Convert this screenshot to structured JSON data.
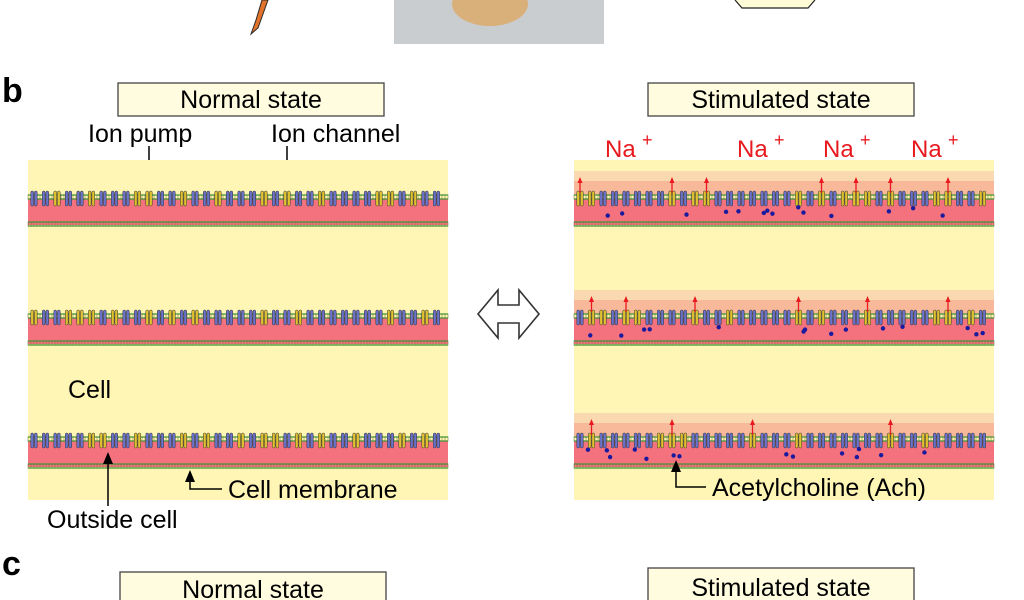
{
  "panel_b": {
    "letter": "b",
    "normal": {
      "title": "Normal state",
      "ion_pump": "Ion pump",
      "ion_channel": "Ion channel",
      "cell": "Cell",
      "outside_cell": "Outside cell",
      "cell_membrane": "Cell membrane"
    },
    "stimulated": {
      "title": "Stimulated state",
      "ion_label": "Na",
      "ion_charge": "+",
      "acetylcholine": "Acetylcholine (Ach)"
    }
  },
  "panel_c": {
    "letter": "c",
    "normal_title": "Normal state",
    "stimulated_title": "Stimulated state"
  },
  "colors": {
    "cytoplasm": "#fff6b5",
    "outside": "#f4727e",
    "membrane_green": "#3a9a3a",
    "pump_blue": "#6b72c9",
    "channel_yellow": "#e0c230",
    "ach_dot": "#1a1a9e",
    "ion_red": "#e8191f",
    "title_box_fill": "#fffce0"
  }
}
